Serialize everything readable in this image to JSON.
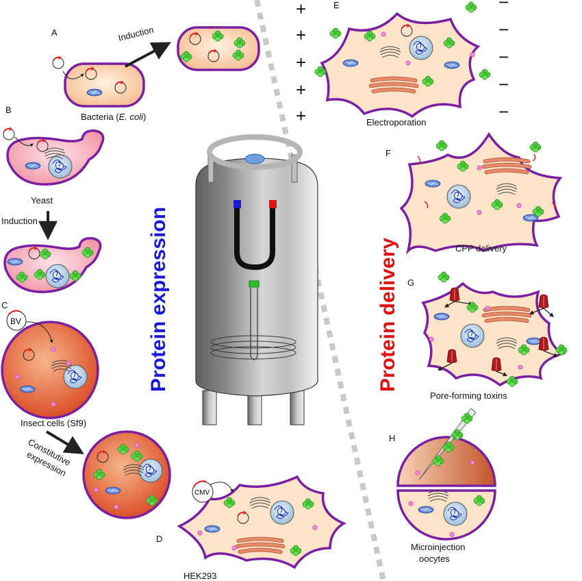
{
  "panels": {
    "a": {
      "letter": "A",
      "caption": "Bacteria (",
      "caption_italic": "E. coli",
      "caption_end": ")",
      "arrow_label": "Induction"
    },
    "b": {
      "letter": "B",
      "caption": "Yeast",
      "arrow_label": "Induction"
    },
    "c": {
      "letter": "C",
      "plasmid_label": "BV",
      "caption": "Insect cells (Sf9)",
      "arrow_label_line1": "Constitutive",
      "arrow_label_line2": "expression"
    },
    "d": {
      "letter": "D",
      "plasmid_label": "CMV",
      "caption": "HEK293"
    },
    "e": {
      "letter": "E",
      "caption": "Electroporation",
      "plus": "+",
      "minus": "−"
    },
    "f": {
      "letter": "F",
      "caption": "CPP delivery"
    },
    "g": {
      "letter": "G",
      "caption": "Pore-forming toxins"
    },
    "h": {
      "letter": "H",
      "caption_line1": "Microinjection",
      "caption_line2": "oocytes"
    }
  },
  "titles": {
    "expression": "Protein expression",
    "delivery": "Protein delivery"
  },
  "colors": {
    "expression_title": "#1a1ad6",
    "delivery_title": "#e01010",
    "membrane": "#7a1fa2",
    "cytoplasm": "#fde3c8",
    "protein": "#4ccf3a",
    "mitochondria": "#4a78d8",
    "er": "#e58a6a",
    "nucleus": "#6b8fd0",
    "plasmid": "#e02020"
  }
}
